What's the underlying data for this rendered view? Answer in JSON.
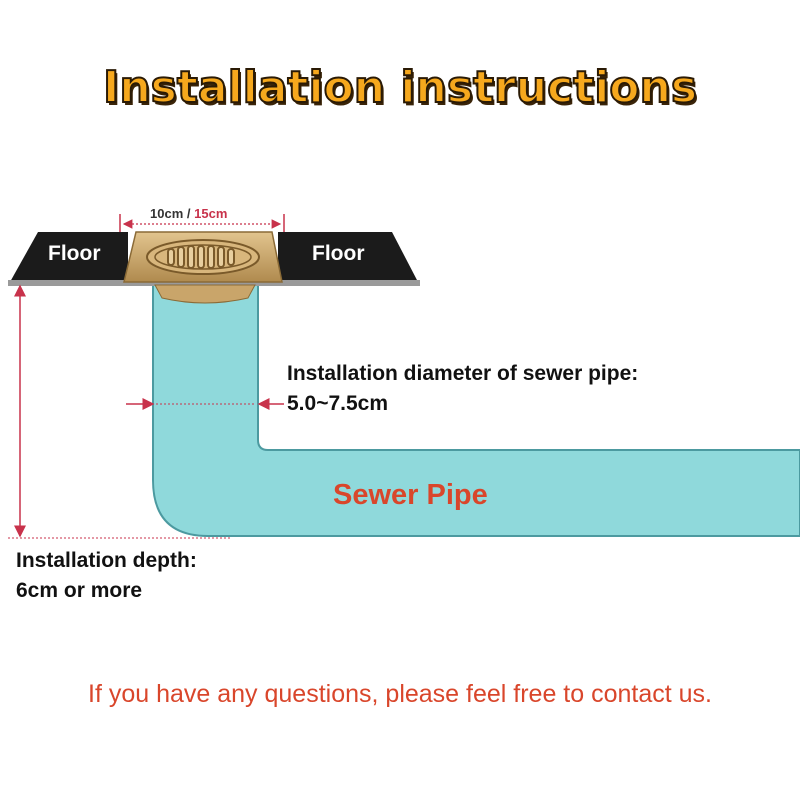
{
  "title": "Installation instructions",
  "floor_left": "Floor",
  "floor_right": "Floor",
  "width_label_a": "10cm",
  "width_sep": "/",
  "width_label_b": "15cm",
  "diameter_label": "Installation diameter of sewer pipe:",
  "diameter_value": "5.0~7.5cm",
  "pipe_label": "Sewer Pipe",
  "depth_label": "Installation depth:",
  "depth_value": "6cm or more",
  "footer": "If you have any questions, please feel free to contact us.",
  "colors": {
    "title_fill": "#f6a81d",
    "pipe": "#8fd9db",
    "floor": "#1b1b1b",
    "drain_brass": "#c9a56a",
    "accent_red": "#d9462b",
    "dimension_red": "#c8324b"
  }
}
